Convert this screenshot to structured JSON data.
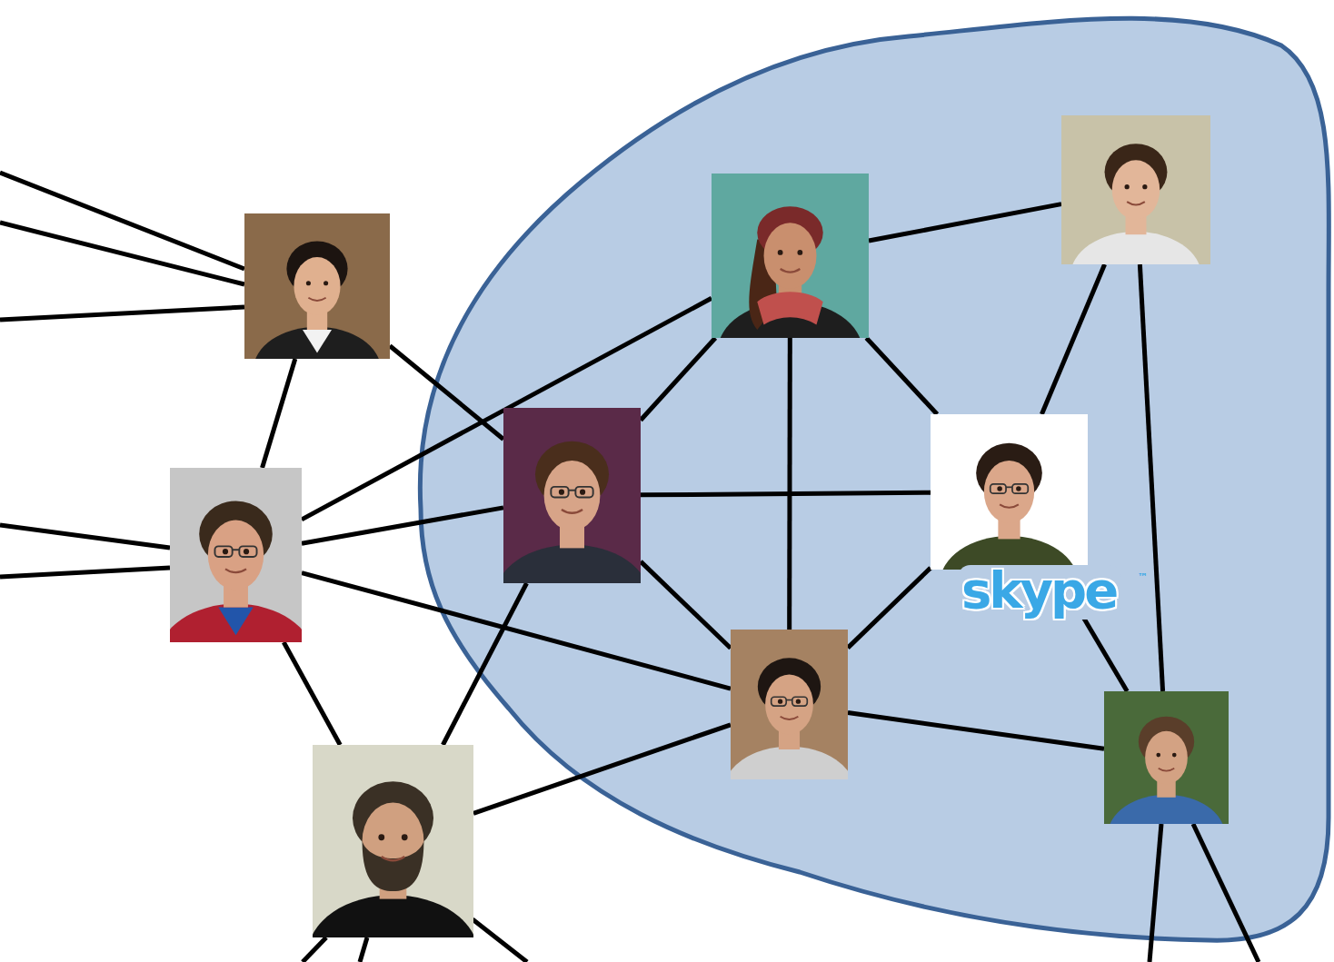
{
  "diagram": {
    "nodes": [
      {
        "text": []
      },
      {
        "text": []
      },
      {
        "text": [],
        "in": 0
      },
      {
        "text": [],
        "in": 0
      },
      {
        "text": []
      },
      {
        "text": [],
        "in": 0
      },
      {
        "text": [],
        "in": 0
      },
      {
        "text": [],
        "in": 0
      },
      {
        "text": [],
        "in": 0
      },
      {
        "text": []
      }
    ],
    "edges": [
      {
        "from": 1,
        "to": 4,
        "arrow": "none"
      },
      {
        "from": 1,
        "to": 5,
        "arrow": "none"
      },
      {
        "from": 2,
        "to": 3,
        "arrow": "none"
      },
      {
        "from": 2,
        "to": 5,
        "arrow": "none"
      },
      {
        "from": 2,
        "to": 6,
        "arrow": "none"
      },
      {
        "from": 2,
        "to": 7,
        "arrow": "none"
      },
      {
        "from": 3,
        "to": 6,
        "arrow": "none"
      },
      {
        "from": 3,
        "to": 8,
        "arrow": "none"
      },
      {
        "from": 4,
        "to": 2,
        "arrow": "none"
      },
      {
        "from": 4,
        "to": 5,
        "arrow": "none"
      },
      {
        "from": 4,
        "to": 7,
        "arrow": "none"
      },
      {
        "from": 4,
        "to": 9,
        "arrow": "none"
      },
      {
        "from": 5,
        "to": 6,
        "arrow": "none"
      },
      {
        "from": 5,
        "to": 7,
        "arrow": "none"
      },
      {
        "from": 5,
        "to": 9,
        "arrow": "none"
      },
      {
        "from": 6,
        "to": 7,
        "arrow": "none"
      },
      {
        "from": 6,
        "to": 8,
        "arrow": "none"
      },
      {
        "from": 7,
        "to": 8,
        "arrow": "none"
      },
      {
        "from": 7,
        "to": 9,
        "arrow": "none"
      }
    ],
    "labels": [
      "skype",
      "™"
    ]
  }
}
